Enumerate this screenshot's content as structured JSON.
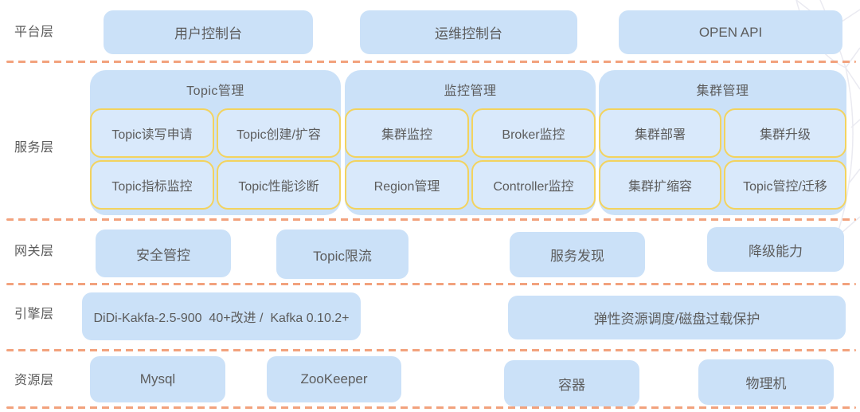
{
  "colors": {
    "box_fill": "#cbe1f8",
    "inner_box_fill": "#d9e9fb",
    "inner_box_border": "#f3d35e",
    "divider": "#f2a27d",
    "text": "#5c5c5c",
    "background": "#ffffff",
    "mesh_line": "#eaeaf1"
  },
  "layers": {
    "platform": {
      "label": "平台层",
      "boxes": [
        "用户控制台",
        "运维控制台",
        "OPEN API"
      ]
    },
    "service": {
      "label": "服务层",
      "groups": [
        {
          "title": "Topic管理",
          "items": [
            "Topic读写申请",
            "Topic创建/扩容",
            "Topic指标监控",
            "Topic性能诊断"
          ]
        },
        {
          "title": "监控管理",
          "items": [
            "集群监控",
            "Broker监控",
            "Region管理",
            "Controller监控"
          ]
        },
        {
          "title": "集群管理",
          "items": [
            "集群部署",
            "集群升级",
            "集群扩缩容",
            "Topic管控/迁移"
          ]
        }
      ]
    },
    "gateway": {
      "label": "网关层",
      "boxes": [
        "安全管控",
        "Topic限流",
        "服务发现",
        "降级能力"
      ]
    },
    "engine": {
      "label": "引擎层",
      "boxes": [
        "DiDi-Kakfa-2.5-900  40+改进 /  Kafka 0.10.2+",
        "弹性资源调度/磁盘过载保护"
      ]
    },
    "resource": {
      "label": "资源层",
      "boxes": [
        "Mysql",
        "ZooKeeper",
        "容器",
        "物理机"
      ]
    }
  }
}
